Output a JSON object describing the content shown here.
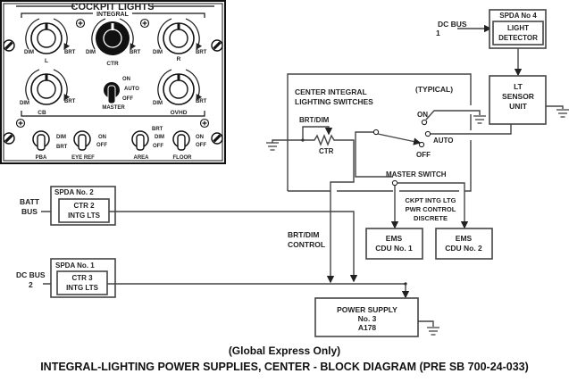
{
  "panel": {
    "title": "COCKPIT LIGHTS",
    "subtitle": "INTEGRAL",
    "knobs": [
      {
        "id": "L",
        "label": "L",
        "left": "DIM",
        "right": "BRT"
      },
      {
        "id": "CTR",
        "label": "CTR",
        "left": "DIM",
        "right": "BRT"
      },
      {
        "id": "R",
        "label": "R",
        "left": "DIM",
        "right": "BRT"
      },
      {
        "id": "CB",
        "label": "CB",
        "left": "DIM",
        "right": "BRT"
      },
      {
        "id": "OVHD",
        "label": "OVHD",
        "left": "DIM",
        "right": "BRT"
      }
    ],
    "master": {
      "label": "MASTER",
      "positions": [
        "ON",
        "AUTO",
        "OFF"
      ]
    },
    "toggles": [
      {
        "label": "PBA",
        "positions": [
          "DIM",
          "BRT"
        ]
      },
      {
        "label": "EYE REF",
        "positions": [
          "ON",
          "OFF"
        ]
      },
      {
        "label": "AREA",
        "positions": [
          "BRT",
          "DIM",
          "OFF"
        ]
      },
      {
        "label": "FLOOR",
        "positions": [
          "ON",
          "OFF"
        ]
      }
    ]
  },
  "diagram": {
    "dc_bus_1": [
      "DC BUS",
      "1"
    ],
    "spda4": {
      "title": "SPDA No 4",
      "inner": [
        "LIGHT",
        "DETECTOR"
      ]
    },
    "lt_sensor": [
      "LT",
      "SENSOR",
      "UNIT"
    ],
    "typical": "(TYPICAL)",
    "center_switches": [
      "CENTER INTEGRAL",
      "LIGHTING SWITCHES"
    ],
    "brt_dim": "BRT/DIM",
    "ctr": "CTR",
    "switch_on": "ON",
    "switch_auto": "AUTO",
    "switch_off": "OFF",
    "master_switch": "MASTER SWITCH",
    "discrete": [
      "CKPT INTG LTG",
      "PWR CONTROL",
      "DISCRETE"
    ],
    "ems1": [
      "EMS",
      "CDU No. 1"
    ],
    "ems2": [
      "EMS",
      "CDU No. 2"
    ],
    "batt_bus": [
      "BATT",
      "BUS"
    ],
    "spda2": {
      "title": "SPDA No. 2",
      "inner": [
        "CTR 2",
        "INTG LTS"
      ]
    },
    "dc_bus_2": [
      "DC BUS",
      "2"
    ],
    "spda1": {
      "title": "SPDA No. 1",
      "inner": [
        "CTR 3",
        "INTG LTS"
      ]
    },
    "brt_dim_control": [
      "BRT/DIM",
      "CONTROL"
    ],
    "power_supply": [
      "POWER SUPPLY",
      "No. 3",
      "A178"
    ]
  },
  "caption": {
    "line1": "(Global Express Only)",
    "line2": "INTEGRAL-LIGHTING POWER SUPPLIES, CENTER - BLOCK DIAGRAM (PRE SB 700-24-033)"
  }
}
